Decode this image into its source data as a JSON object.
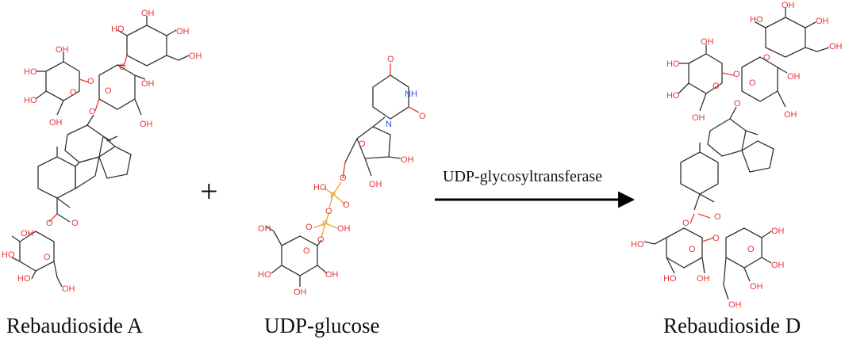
{
  "captions": {
    "reactant1": "Rebaudioside A",
    "reactant2": "UDP-glucose",
    "product": "Rebaudioside D"
  },
  "operator": "+",
  "enzyme": "UDP-glycosyltransferase",
  "atom_labels": {
    "hydroxyl": "OH",
    "hydroxyl_left": "HO",
    "oxygen": "O",
    "nitrogen": "N",
    "nh": "NH",
    "phosphorus": "P"
  },
  "colors": {
    "oxygen": "#e8383a",
    "nitrogen": "#3050f8",
    "phosphorus": "#f0a030",
    "carbon_bond": "#333333",
    "text": "#111111"
  }
}
